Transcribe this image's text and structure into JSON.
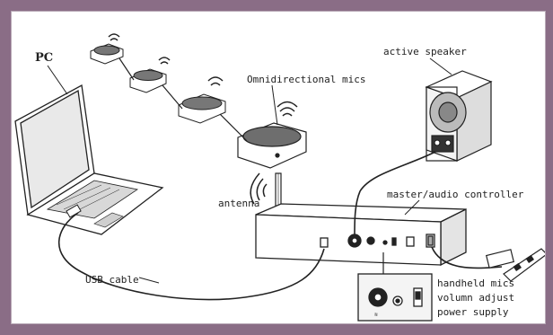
{
  "labels": {
    "pc": "PC",
    "omni_mics": "Omnidirectional mics",
    "active_speaker": "active speaker",
    "master_controller": "master/audio controller",
    "antenna": "antenna",
    "usb_cable": "USB cable",
    "handheld_mics": "handheld mics",
    "volume_adjust": "volumn adjust",
    "power_supply": "power supply"
  },
  "colors": {
    "frame_border": "#8a6d86",
    "line": "#222222",
    "panel": "#f4f4f4"
  }
}
